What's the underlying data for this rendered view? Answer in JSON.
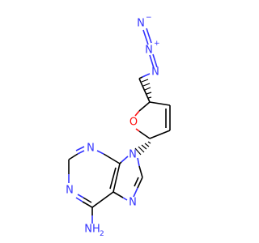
{
  "molecule": {
    "atoms": {
      "azide_n_terminal": "N",
      "azide_n_terminal_charge": "−",
      "azide_n_central": "N",
      "azide_n_central_charge": "+",
      "azide_n_attached": "N",
      "ring_oxygen": "O",
      "purine_n9": "N",
      "purine_n3": "N",
      "purine_n1": "N",
      "purine_n7": "N",
      "amino_n": "NH",
      "amino_subscript": "2"
    },
    "colors": {
      "nitrogen": "#3333ff",
      "oxygen": "#ff0d0d",
      "bond": "#000000",
      "background": "#ffffff"
    }
  }
}
